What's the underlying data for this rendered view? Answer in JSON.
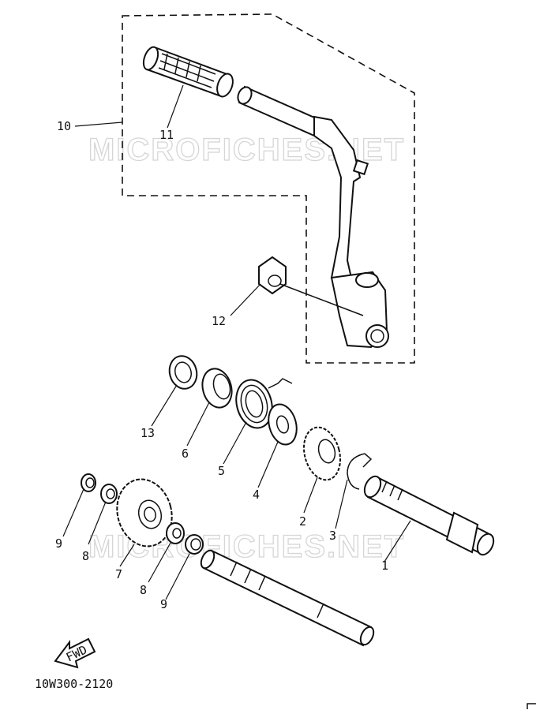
{
  "watermark": "MICROFICHES.NET",
  "drawing_code": "10W300-2120",
  "fwd_label": "FWD",
  "parts": [
    {
      "callout": "1"
    },
    {
      "callout": "2"
    },
    {
      "callout": "3"
    },
    {
      "callout": "4"
    },
    {
      "callout": "5"
    },
    {
      "callout": "6"
    },
    {
      "callout": "7"
    },
    {
      "callout": "8"
    },
    {
      "callout": "8"
    },
    {
      "callout": "9"
    },
    {
      "callout": "9"
    },
    {
      "callout": "10"
    },
    {
      "callout": "11"
    },
    {
      "callout": "12"
    },
    {
      "callout": "13"
    }
  ]
}
